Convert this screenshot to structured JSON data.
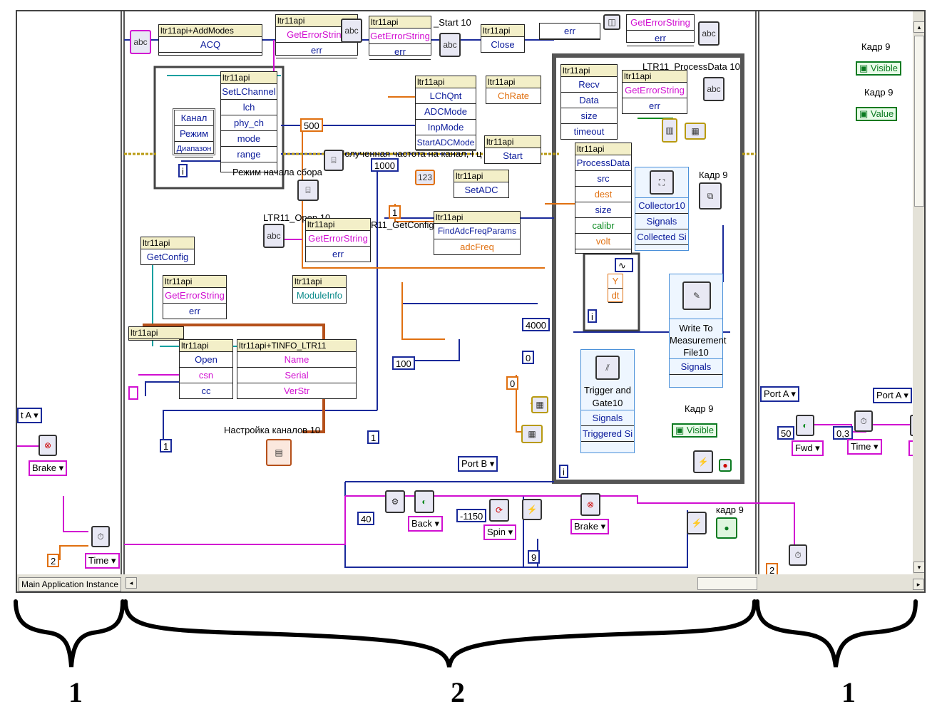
{
  "panes": {
    "left": {
      "port": "t A",
      "brake": "Brake",
      "time": "Time",
      "time_const": "2",
      "instance": "Main Application Instance"
    },
    "right": {
      "port_a_1": "Port A",
      "port_a_2": "Port A",
      "fwd": "Fwd",
      "fwd_const": "50",
      "time": "Time",
      "time_const": "0,3",
      "br": "Br",
      "const_2": "2",
      "kadr_label_1": "Кадр 9",
      "visible": "Visible",
      "kadr_label_2": "Кадр 9",
      "value": "Value"
    }
  },
  "diagram": {
    "addmodes": {
      "header": "ltr11api+AddModes",
      "rows": [
        "ACQ"
      ]
    },
    "geterr_top": {
      "header": "ltr11api",
      "rows": [
        "GetErrorString",
        "err"
      ]
    },
    "start_top": {
      "header": "ltr11api",
      "rows": [
        "GetErrorString",
        "err"
      ],
      "caption": "_Start 10"
    },
    "close": {
      "header": "ltr11api",
      "rows": [
        "Close"
      ]
    },
    "err_top": {
      "rows": [
        "err"
      ]
    },
    "geterr_top2": {
      "rows": [
        "GetErrorString",
        "err"
      ]
    },
    "setlchannel": {
      "header": "ltr11api",
      "rows": [
        "SetLChannel",
        "lch",
        "phy_ch",
        "mode",
        "range"
      ]
    },
    "channel_cluster": {
      "rows": [
        "Канал",
        "Режим",
        "Диапазон"
      ]
    },
    "lchqnt": {
      "header": "ltr11api",
      "rows": [
        "LChQnt",
        "ADCMode",
        "InpMode",
        "StartADCMode"
      ]
    },
    "chrate": {
      "header": "ltr11api",
      "rows": [
        "ChRate"
      ]
    },
    "start": {
      "header": "ltr11api",
      "rows": [
        "Start"
      ]
    },
    "setadc": {
      "header": "ltr11api",
      "rows": [
        "SetADC"
      ]
    },
    "findadc": {
      "header": "ltr11api",
      "rows": [
        "FindAdcFreqParams",
        "adcFreq"
      ]
    },
    "getconfig": {
      "header": "ltr11api",
      "rows": [
        "GetConfig"
      ]
    },
    "geterr_mid": {
      "header": "ltr11api",
      "rows": [
        "GetErrorString",
        "err"
      ]
    },
    "geterr_low": {
      "header": "ltr11api",
      "rows": [
        "GetErrorString",
        "err"
      ]
    },
    "moduleinfo": {
      "header": "ltr11api",
      "rows": [
        "ModuleInfo"
      ]
    },
    "open": {
      "header": "ltr11api",
      "rows": [
        "Open",
        "csn",
        "cc"
      ]
    },
    "tinfo": {
      "header": "ltr11api+TINFO_LTR11",
      "rows": [
        "Name",
        "Serial",
        "VerStr"
      ]
    },
    "recv": {
      "header": "ltr11api",
      "rows": [
        "Recv",
        "Data",
        "size",
        "timeout"
      ]
    },
    "geterr_loop": {
      "header": "ltr11api",
      "rows": [
        "GetErrorString",
        "err"
      ]
    },
    "processdata": {
      "header": "ltr11api",
      "rows": [
        "ProcessData",
        "src",
        "dest",
        "size",
        "calibr",
        "volt"
      ]
    },
    "collector": {
      "title": "Collector10",
      "rows": [
        "Signals",
        "Collected Si"
      ]
    },
    "write_file": {
      "title": "Write To Measurement File10",
      "rows": [
        "Signals"
      ]
    },
    "trigger": {
      "title": "Trigger and Gate10",
      "rows": [
        "Signals",
        "Triggered Si"
      ]
    },
    "cluster_y": {
      "rows": [
        "Y",
        "dt"
      ]
    },
    "labels": {
      "processdata_title": "LTR11_ProcessData 10",
      "freq_label": "Полученная частота на канал, Гц 10",
      "start_mode": "Режим начала сбора",
      "open_label": "LTR11_Open 10",
      "getconfig_label": "R11_GetConfig",
      "channels_setup": "Настройка каналов 10",
      "kadr_1": "Кадр 9",
      "kadr_2": "Кадр 9",
      "kadr_3": "кадр 9",
      "visible": "Visible"
    },
    "constants": {
      "c500": "500",
      "c1000": "1000",
      "c1a": "1",
      "c4000": "4000",
      "c100": "100",
      "c0a": "0",
      "c0b": "0",
      "c1b": "1",
      "c1c": "1",
      "c40": "40",
      "c1150": "-1150",
      "c9": "9",
      "i_a": "i",
      "i_b": "i"
    },
    "motors": {
      "port_b": "Port B",
      "back": "Back",
      "spin": "Spin",
      "brake": "Brake"
    }
  },
  "scrollbar": {
    "left_arrow": "◂",
    "right_arrow": "▸",
    "up_arrow": "▴",
    "down_arrow": "▾"
  },
  "annotations": {
    "bracket_1_left": "1",
    "bracket_2": "2",
    "bracket_1_right": "1"
  }
}
